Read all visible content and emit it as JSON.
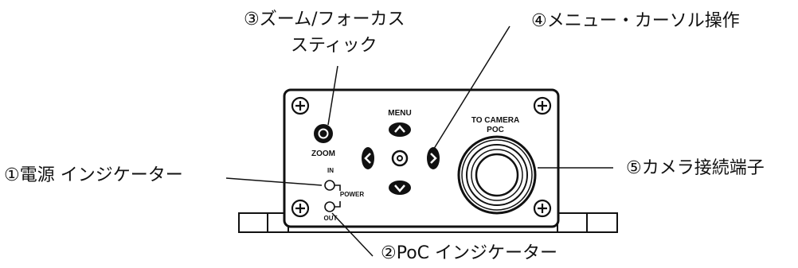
{
  "callouts": {
    "zoom_focus_line1": "③ズーム/フォーカス",
    "zoom_focus_line2": "スティック",
    "menu_cursor": "④メニュー・カーソル操作",
    "power_indicator": "①電源 インジケーター",
    "camera_terminal": "⑤カメラ接続端子",
    "poc_indicator": "②PoC インジケーター"
  },
  "panel": {
    "zoom": "ZOOM",
    "menu": "MENU",
    "to_camera_line1": "TO CAMERA",
    "to_camera_line2": "POC",
    "in": "IN",
    "power": "POWER",
    "out": "OUT"
  },
  "icons": [
    "screw-plus-icon",
    "arrow-up-icon",
    "arrow-down-icon",
    "arrow-left-icon",
    "arrow-right-icon",
    "center-button-icon",
    "bnc-connector-icon",
    "led-icon"
  ]
}
